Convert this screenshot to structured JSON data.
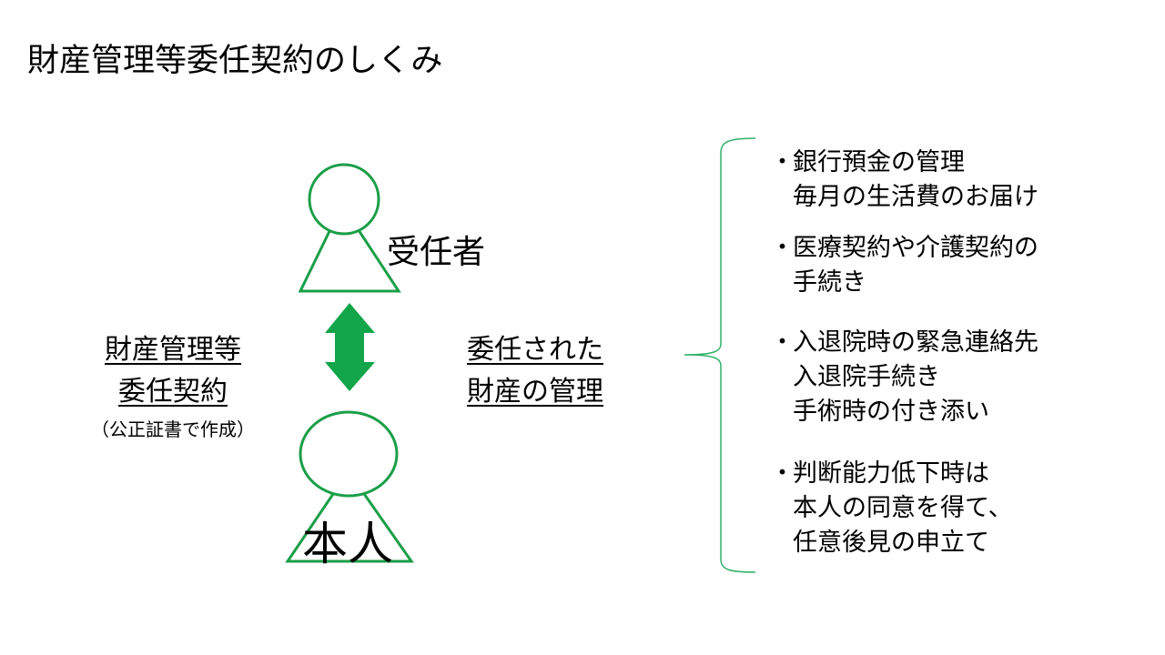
{
  "title": "財産管理等委任契約のしくみ",
  "colors": {
    "accent": "#1a9e48",
    "arrow": "#12a54a"
  },
  "diagram": {
    "trustee_label": "受任者",
    "principal_label": "本人",
    "contract_label": [
      "財産管理等",
      "委任契約"
    ],
    "contract_note": "（公正証書で作成）",
    "managed_label": [
      "委任された",
      "財産の管理"
    ]
  },
  "duties": {
    "bullet": "・",
    "items": [
      {
        "lines": [
          "銀行預金の管理",
          "毎月の生活費のお届け"
        ]
      },
      {
        "lines": [
          "医療契約や介護契約の",
          "手続き"
        ]
      },
      {
        "lines": [
          "入退院時の緊急連絡先",
          "入退院手続き",
          "手術時の付き添い"
        ]
      },
      {
        "lines": [
          "判断能力低下時は",
          "本人の同意を得て、",
          "任意後見の申立て"
        ]
      }
    ]
  }
}
